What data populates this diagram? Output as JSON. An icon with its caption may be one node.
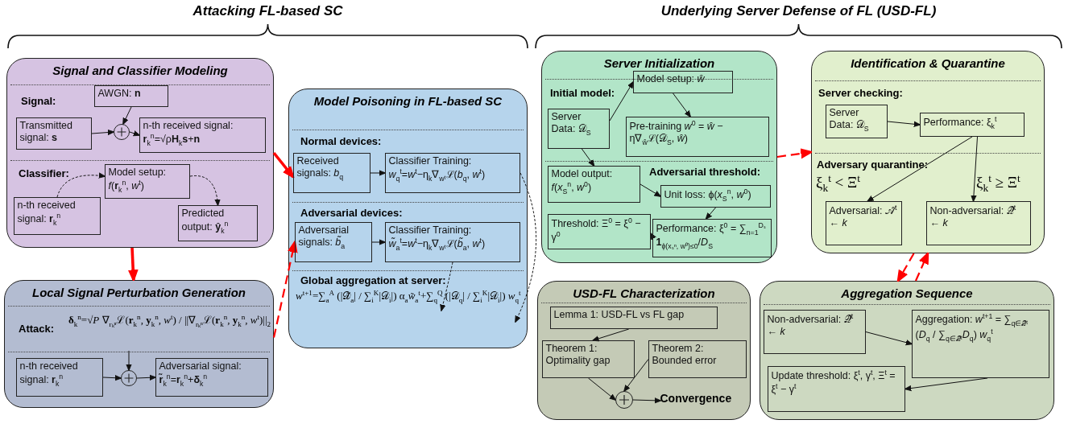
{
  "diagram": {
    "nodes": [
      {
        "text": [
          "Signal and Classifier Modeling",
          "Signal:",
          "Classifier:"
        ]
      },
      {
        "text": [
          "AWGN: **n**"
        ],
        "in": 0
      },
      {
        "text": [
          "Transmitted signal: **s**"
        ],
        "in": 0
      },
      {
        "text": [],
        "shape": "circle",
        "in": 0
      },
      {
        "text": [
          "n-th received signal: **r**$_{k}$$^{n}$=√ρ**H**$_{k}$**s**+**n**"
        ],
        "in": 0
      },
      {
        "text": [
          "n-th received signal: **r**$_{k}$$^{n}$"
        ],
        "in": 0
      },
      {
        "text": [
          "Model setup: *f*(**r**$_{k}$$^{n}$, *w*$^{t}$)"
        ],
        "in": 0
      },
      {
        "text": [
          "Predicted output: **ŷ**$_{k}$$^{n}$"
        ],
        "in": 0
      },
      {
        "text": [
          "Local Signal Perturbation Generation",
          "Attack:",
          "**δ**$_{k}$$^{n}$=√*P* ∇$_{rₖⁿ}$ℒ(**r**$_{k}$$^{n}$, **y**$_{k}$$^{n}$, *w*$^{t}$) / ||∇$_{rₖⁿ}$ℒ(**r**$_{k}$$^{n}$, **y**$_{k}$$^{n}$, *w*$^{t}$)||$_{2}$"
        ]
      },
      {
        "text": [],
        "shape": "circle",
        "in": 8
      },
      {
        "text": [
          "n-th received signal: **r**$_{k}$$^{n}$"
        ],
        "in": 8
      },
      {
        "text": [
          "Adversarial signal: **r̃**$_{k}$$^{n}$=**r**$_{k}$$^{n}$+**δ**$_{k}$$^{n}$"
        ],
        "in": 8
      },
      {
        "text": [
          "Model Poisoning in FL-based SC",
          "Normal devices:",
          "Adversarial devices:",
          "Global aggregation at server:",
          "*w*$^{t+1}$=∑$_{a}$$^{A}$ (|𝒟̃$_{a}$| / ∑$_{i}$$^{K}$|𝒟$_{i}$|) α$_{a}$*w̃*$_{a}$$^{t}$+∑$_{q}$$^{Q}$ (|𝒟$_{q}$| / ∑$_{i}$$^{K}$|𝒟$_{i}$|) *w*$_{q}$$^{t}$"
        ]
      },
      {
        "text": [
          "Received signals: *b*$_{q}$"
        ],
        "in": 12
      },
      {
        "text": [
          "Classifier Training: *w*$_{q}$$^{t}$=*w*$^{t}$−η$_{k}$∇$_{wᵗ}$ℒ(*b*$_{q}$, *w*$^{t}$)"
        ],
        "in": 12
      },
      {
        "text": [
          "Adversarial signals: *b̃*$_{a}$"
        ],
        "in": 12
      },
      {
        "text": [
          "Classifier Training: *w̃*$_{a}$$^{t}$=*w*$^{t}$−η$_{k}$∇$_{wᵗ}$ℒ(*b̃*$_{a}$, *w*$^{t}$)"
        ],
        "in": 12
      },
      {
        "text": [
          "Server Initialization",
          "Initial model:",
          "Adversarial threshold:"
        ]
      },
      {
        "text": [
          "Server Data: 𝒟$_{S}$"
        ],
        "in": 17
      },
      {
        "text": [
          "Model setup: *ŵ*"
        ],
        "in": 17
      },
      {
        "text": [
          "Pre-training *w*$^{0}$ = *ŵ* − η∇$_{ŵ}$ℒ(𝒟$_{S}$, *ŵ*)"
        ],
        "in": 17
      },
      {
        "text": [
          "Model output: *f*(*x*$_{S}$$^{n}$, *w*$^{0}$)"
        ],
        "in": 17
      },
      {
        "text": [
          "Unit loss: ϕ(*x*$_{S}$$^{n}$, *w*$^{0}$)"
        ],
        "in": 17
      },
      {
        "text": [
          "Performance: ξ$^{0}$ = ∑$_{n=1}$$^{Dₛ}$ **1**$_{ϕ(xₛⁿ, w⁰)≤0}$/*D*$_{S}$"
        ],
        "in": 17
      },
      {
        "text": [
          "Threshold: Ξ$^{0}$ = ξ$^{0}$ − γ$^{0}$"
        ],
        "in": 17
      },
      {
        "text": [
          "Identification & Quarantine",
          "Server checking:",
          "Adversary quarantine:"
        ]
      },
      {
        "text": [
          "Server Data: 𝒟$_{S}$"
        ],
        "in": 25
      },
      {
        "text": [
          "Performance: ξ$_{k}$$^{t}$"
        ],
        "in": 25
      },
      {
        "text": [
          "Adversarial: 𝒜̂$^{t}$ ← *k*"
        ],
        "in": 25
      },
      {
        "text": [
          "Non-adversarial: 𝒬̂$^{t}$ ← *k*"
        ],
        "in": 25
      },
      {
        "text": [
          "USD-FL Characterization"
        ]
      },
      {
        "text": [
          "Lemma 1: USD-FL vs FL gap"
        ],
        "in": 30
      },
      {
        "text": [
          "Theorem 1: Optimality gap"
        ],
        "in": 30
      },
      {
        "text": [
          "Theorem 2: Bounded error"
        ],
        "in": 30
      },
      {
        "text": [],
        "shape": "circle",
        "in": 30
      },
      {
        "text": [
          "Convergence"
        ],
        "in": 30
      },
      {
        "text": [
          "Aggregation Sequence"
        ]
      },
      {
        "text": [
          "Non-adversarial: 𝒬̂$^{t}$ ← *k*"
        ],
        "in": 36
      },
      {
        "text": [
          "Aggregation: *w*$^{t+1}$ = ∑$_{q∈𝒬̂ᵗ}$ (*D*$_{q}$ / ∑$_{q∈𝒬̂ᵗ}$*D*$_{q}$) *w*$_{q}$$^{t}$"
        ],
        "in": 36
      },
      {
        "text": [
          "Update threshold: ξ$^{t}$, γ$^{t}$, Ξ$^{t}$ = ξ$^{t}$ − γ$^{t}$"
        ],
        "in": 36
      }
    ],
    "edges": [
      {
        "from": 1,
        "to": 3,
        "arrow": "to"
      },
      {
        "from": 2,
        "to": 3,
        "arrow": "to"
      },
      {
        "from": 3,
        "to": 4,
        "arrow": "to"
      },
      {
        "from": 5,
        "to": 6,
        "arrow": "to",
        "style": "dashed"
      },
      {
        "from": 6,
        "to": 7,
        "arrow": "to",
        "style": "dashed"
      },
      {
        "from": 0,
        "to": 8,
        "arrow": "to",
        "style": "thick",
        "color": "#ff0000"
      },
      {
        "from": 0,
        "to": 13,
        "arrow": "to",
        "style": "thick",
        "color": "#ff0000"
      },
      {
        "from": 8,
        "to": 15,
        "arrow": "to",
        "style": "dashed",
        "color": "#ff0000"
      },
      {
        "from": null,
        "to": 9,
        "arrow": "to"
      },
      {
        "from": 10,
        "to": 9,
        "arrow": "to"
      },
      {
        "from": 9,
        "to": 11,
        "arrow": "to"
      },
      {
        "from": 13,
        "to": 14,
        "arrow": "to"
      },
      {
        "from": 15,
        "to": 16,
        "arrow": "to"
      },
      {
        "from": 14,
        "to": null,
        "arrow": "to",
        "style": "dashed"
      },
      {
        "from": 16,
        "to": null,
        "arrow": "to",
        "style": "dashed"
      },
      {
        "from": 17,
        "to": 25,
        "arrow": "to",
        "style": "dashed",
        "color": "#ff0000"
      },
      {
        "from": 18,
        "to": 19,
        "arrow": "to"
      },
      {
        "from": 19,
        "to": 20,
        "arrow": "to"
      },
      {
        "from": 18,
        "to": 21,
        "arrow": "to"
      },
      {
        "from": 21,
        "to": 22,
        "arrow": "to"
      },
      {
        "from": 22,
        "to": 23,
        "arrow": "to"
      },
      {
        "from": 23,
        "to": 24,
        "arrow": "to"
      },
      {
        "from": 26,
        "to": 27,
        "arrow": "to"
      },
      {
        "from": 27,
        "to": 28,
        "arrow": "to",
        "label": "ξ$_{k}$$^{t}$ < Ξ$^{t}$"
      },
      {
        "from": 27,
        "to": 29,
        "arrow": "to",
        "label": "ξ$_{k}$$^{t}$ ≥ Ξ$^{t}$"
      },
      {
        "from": 25,
        "to": 36,
        "arrow": "to",
        "style": "dashed",
        "color": "#ff0000"
      },
      {
        "from": 36,
        "to": 25,
        "arrow": "to",
        "style": "dashed",
        "color": "#ff0000"
      },
      {
        "from": 31,
        "to": 32,
        "arrow": "to"
      },
      {
        "from": 32,
        "to": 34,
        "arrow": "to"
      },
      {
        "from": 33,
        "to": 34,
        "arrow": "to"
      },
      {
        "from": 34,
        "to": 35,
        "arrow": "to"
      },
      {
        "from": 37,
        "to": 38,
        "arrow": "to"
      },
      {
        "from": 38,
        "to": 39,
        "arrow": "to"
      }
    ],
    "labels": [
      "Attacking FL-based SC",
      "Underlying Server Defense of FL (USD-FL)"
    ]
  }
}
